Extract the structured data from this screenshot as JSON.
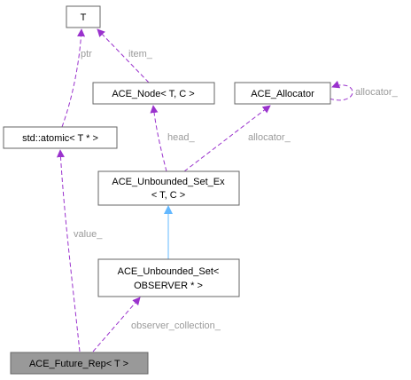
{
  "nodes": {
    "t": "T",
    "ace_node": "ACE_Node< T, C >",
    "ace_allocator": "ACE_Allocator",
    "std_atomic": "std::atomic< T * >",
    "unbounded_set_ex_line1": "ACE_Unbounded_Set_Ex",
    "unbounded_set_ex_line2": "< T, C >",
    "unbounded_set_line1": "ACE_Unbounded_Set<",
    "unbounded_set_line2": "OBSERVER * >",
    "future_rep": "ACE_Future_Rep< T >"
  },
  "edges": {
    "ptr": "ptr",
    "item": "item_",
    "allocator_self": "allocator_",
    "head": "head_",
    "allocator": "allocator_",
    "value": "value_",
    "observer_collection": "observer_collection_"
  },
  "colors": {
    "member_edge": "#9a32cd",
    "inheritance_edge": "#63b8ff",
    "node_border": "#666666",
    "focus_fill": "#999999",
    "edge_label": "#9a9a9a"
  }
}
